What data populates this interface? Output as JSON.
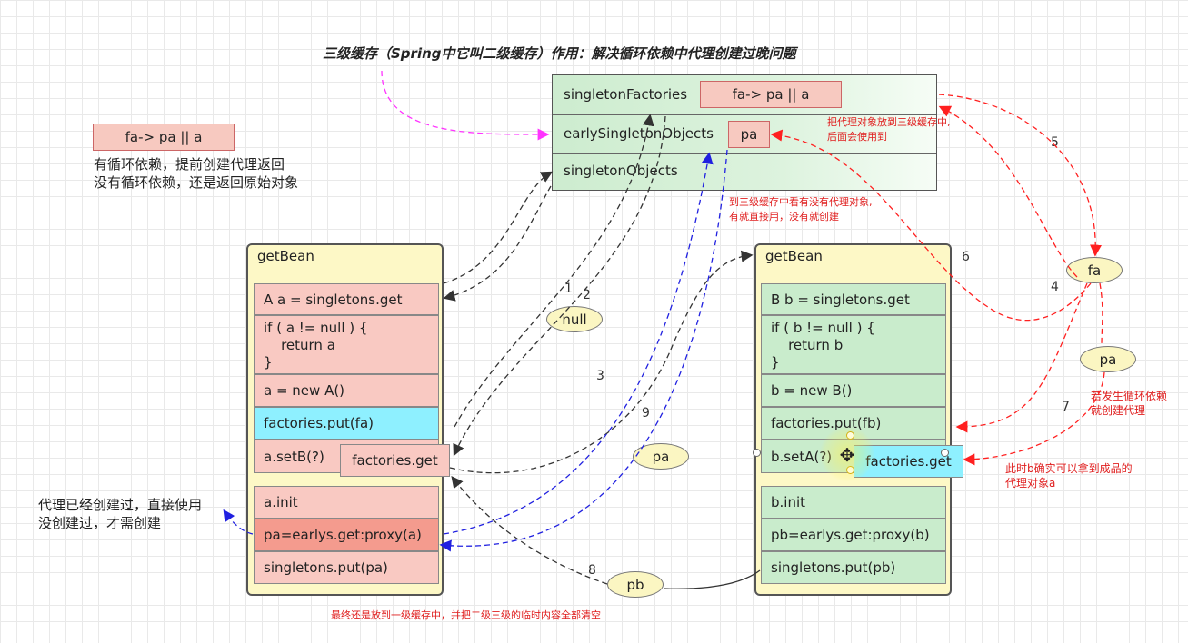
{
  "title": "三级缓存（Spring中它叫二级缓存）作用：解决循环依赖中代理创建过晚问题",
  "cache": {
    "rows": [
      "singletonFactories",
      "earlySingletonObjects",
      "singletonObjects"
    ],
    "factories_value": "fa-> pa || a",
    "early_value": "pa"
  },
  "legend": {
    "box": "fa-> pa || a",
    "line1": "有循环依赖，提前创建代理返回",
    "line2": "没有循环依赖，还是返回原始对象"
  },
  "left_panel": {
    "title": "getBean",
    "cells": [
      "A a = singletons.get",
      "if ( a != null ) {\n    return a\n}",
      "a = new A()",
      "factories.put(fa)",
      "a.setB(?)",
      "a.init",
      "pa=earlys.get:proxy(a)",
      "singletons.put(pa)"
    ],
    "popup": "factories.get"
  },
  "right_panel": {
    "title": "getBean",
    "cells": [
      "B b = singletons.get",
      "if ( b != null ) {\n    return b\n}",
      "b = new B()",
      "factories.put(fb)",
      "b.setA(?)",
      "b.init",
      "pb=earlys.get:proxy(b)",
      "singletons.put(pb)"
    ],
    "popup": "factories.get"
  },
  "ellipses": {
    "null": "null",
    "pa_mid": "pa",
    "pb": "pb",
    "fa": "fa",
    "pa_right": "pa"
  },
  "numbers": [
    "1",
    "2",
    "3",
    "4",
    "5",
    "6",
    "7",
    "8",
    "9"
  ],
  "notes": {
    "put_proxy_1": "把代理对象放到三级缓存中,",
    "put_proxy_2": "后面会使用到",
    "check_1": "到三级缓存中看有没有代理对象,",
    "check_2": "有就直接用，没有就创建",
    "left_1": "代理已经创建过，直接使用",
    "left_2": "没创建过，才需创建",
    "cycle_1": "若发生循环依赖",
    "cycle_2": "就创建代理",
    "final_1": "此时b确实可以拿到成品的",
    "final_2": "代理对象a",
    "bottom": "最终还是放到一级缓存中，并把二级三级的临时内容全部清空"
  },
  "colors": {
    "red_arrow": "#ff2020",
    "blue_arrow": "#2020e0",
    "magenta_arrow": "#ff33ff",
    "black_arrow": "#333333"
  }
}
